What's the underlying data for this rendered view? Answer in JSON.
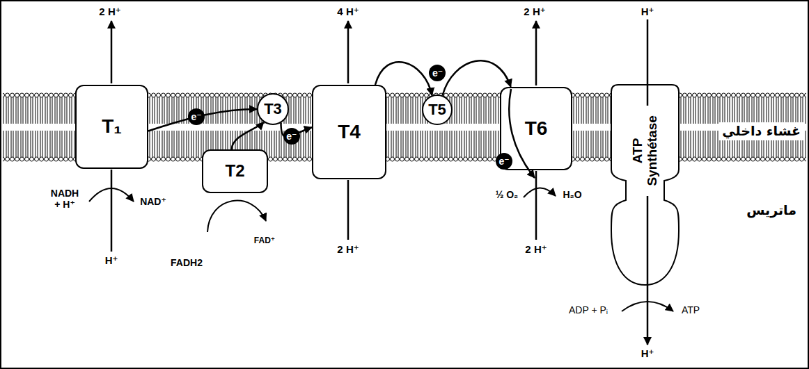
{
  "diagram": {
    "nodes": [
      {
        "text": [
          "T₁"
        ]
      },
      {
        "text": [
          "T2"
        ]
      },
      {
        "text": [
          "T3"
        ]
      },
      {
        "text": [
          "T4"
        ]
      },
      {
        "text": [
          "T5"
        ]
      },
      {
        "text": [
          "T6"
        ]
      },
      {
        "text": [
          "ATP Synthétase"
        ]
      }
    ],
    "edges": [
      {
        "from": 0,
        "to": 2,
        "arrow": "to",
        "label": "e⁻"
      },
      {
        "from": 1,
        "to": 2,
        "arrow": "to"
      },
      {
        "from": 2,
        "to": 3,
        "arrow": "to",
        "label": "e⁻"
      },
      {
        "from": 3,
        "to": 4,
        "arrow": "to",
        "label": "e⁻"
      },
      {
        "from": 4,
        "to": 5,
        "arrow": "to"
      }
    ],
    "labels": [
      "2 H⁺",
      "4 H⁺",
      "2 H⁺",
      "H⁺",
      "غشاء داخلي",
      "NADH + H⁺",
      "NAD⁺",
      "H⁺",
      "FADH2",
      "FAD⁺",
      "2 H⁺",
      "½ O₂",
      "H₂O",
      "2 H⁺",
      "e⁻",
      "ماتريس",
      "ADP + Pᵢ",
      "ATP",
      "H⁺"
    ]
  }
}
